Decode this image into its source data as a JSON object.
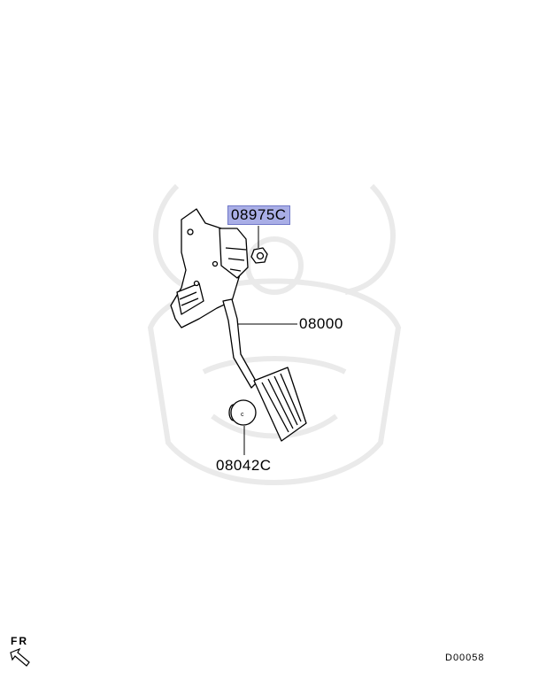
{
  "diagram": {
    "parts": [
      {
        "label": "08975C",
        "highlighted": true,
        "highlight_color": "#a9aee6"
      },
      {
        "label": "08000",
        "highlighted": false
      },
      {
        "label": "08042C",
        "highlighted": false
      }
    ],
    "direction_label": "FR",
    "direction_icon": "front-arrow-icon",
    "diagram_code": "D00058",
    "watermark": "samurai-helmet-watermark"
  }
}
